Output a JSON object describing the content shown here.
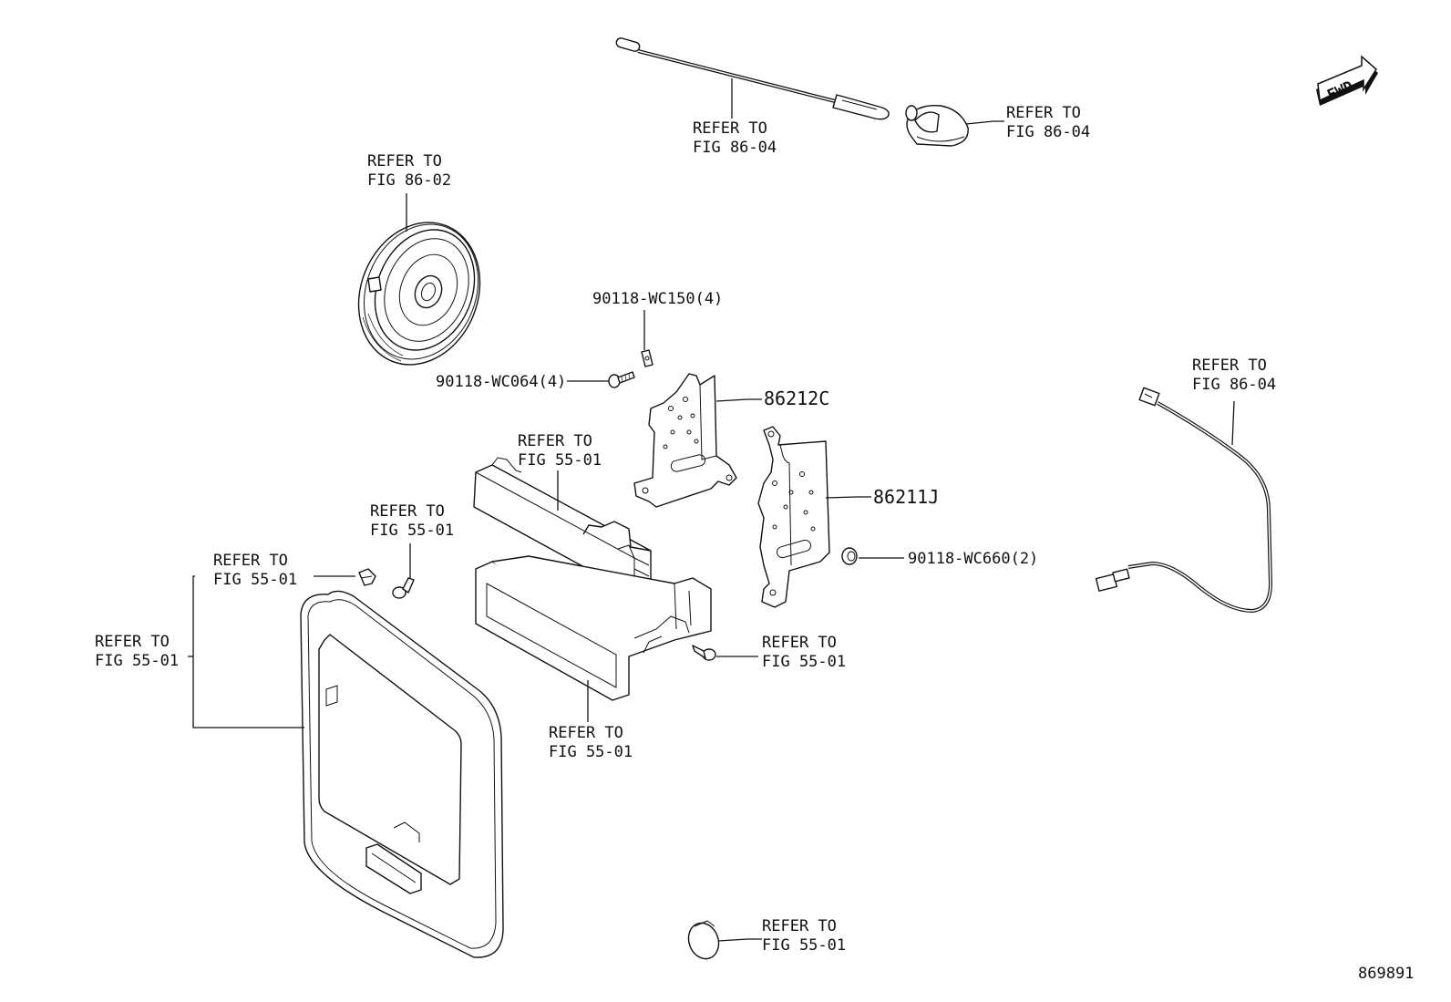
{
  "labels": {
    "antenna_rod_ref": [
      "REFER TO",
      "FIG 86-04"
    ],
    "antenna_base_ref": [
      "REFER TO",
      "FIG 86-04"
    ],
    "speaker_ref": [
      "REFER TO",
      "FIG 86-02"
    ],
    "cable_ref": [
      "REFER TO",
      "FIG 86-04"
    ],
    "screw_wc150": "90118-WC150(4)",
    "screw_wc064": "90118-WC064(4)",
    "bracket_left": "86212C",
    "bracket_right": "86211J",
    "nut_wc660": "90118-WC660(2)",
    "faceplate_ref": [
      "REFER TO",
      "FIG 55-01"
    ],
    "screw_mid_ref": [
      "REFER TO",
      "FIG 55-01"
    ],
    "clip_top_ref": [
      "REFER TO",
      "FIG 55-01"
    ],
    "bezel_ref": [
      "REFER TO",
      "FIG 55-01"
    ],
    "screw_right_ref": [
      "REFER TO",
      "FIG 55-01"
    ],
    "pocket_ref": [
      "REFER TO",
      "FIG 55-01"
    ],
    "cap_ref": [
      "REFER TO",
      "FIG 55-01"
    ],
    "drawing_number": "869891",
    "fwd": "FWD"
  },
  "icons": {
    "fwd_arrow": "forward-direction-arrow-icon"
  }
}
